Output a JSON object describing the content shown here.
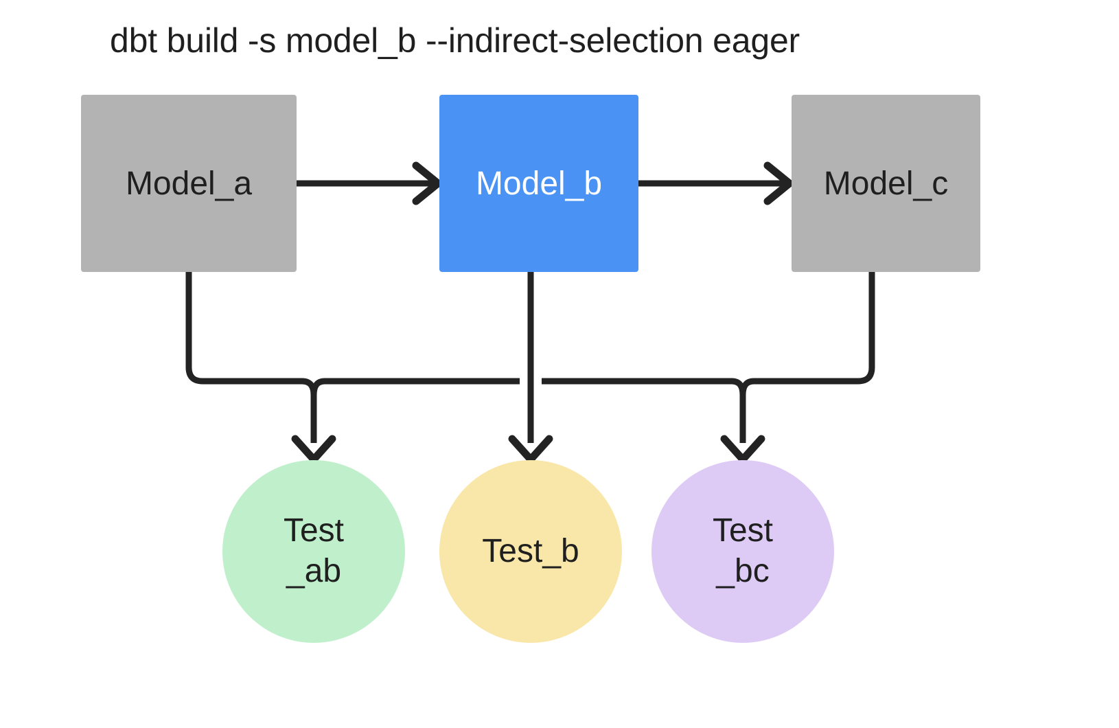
{
  "title": {
    "text": "dbt build -s model_b --indirect-selection eager"
  },
  "colors": {
    "background": "#ffffff",
    "model_default": "#b3b3b3",
    "model_selected": "#4a93f5",
    "test_ab": "#c0f0cb",
    "test_b": "#f8e7a8",
    "test_bc": "#ddcbf5",
    "edge": "#232323",
    "text_dark": "#1f1f1f",
    "text_light": "#ffffff"
  },
  "models": [
    {
      "id": "model_a",
      "label": "Model_a",
      "selected": false
    },
    {
      "id": "model_b",
      "label": "Model_b",
      "selected": true
    },
    {
      "id": "model_c",
      "label": "Model_c",
      "selected": false
    }
  ],
  "tests": [
    {
      "id": "test_ab",
      "line1": "Test",
      "line2": "_ab"
    },
    {
      "id": "test_b",
      "line1": "Test_b",
      "line2": ""
    },
    {
      "id": "test_bc",
      "line1": "Test",
      "line2": "_bc"
    }
  ],
  "edges": [
    {
      "from": "model_a",
      "to": "model_b",
      "kind": "horizontal-arrow"
    },
    {
      "from": "model_b",
      "to": "model_c",
      "kind": "horizontal-arrow"
    },
    {
      "from": "model_a",
      "to": "test_ab",
      "kind": "orthogonal-arrow"
    },
    {
      "from": "model_b",
      "to": "test_ab",
      "kind": "orthogonal-arrow"
    },
    {
      "from": "model_b",
      "to": "test_b",
      "kind": "orthogonal-arrow"
    },
    {
      "from": "model_b",
      "to": "test_bc",
      "kind": "orthogonal-arrow"
    },
    {
      "from": "model_c",
      "to": "test_bc",
      "kind": "orthogonal-arrow"
    }
  ]
}
